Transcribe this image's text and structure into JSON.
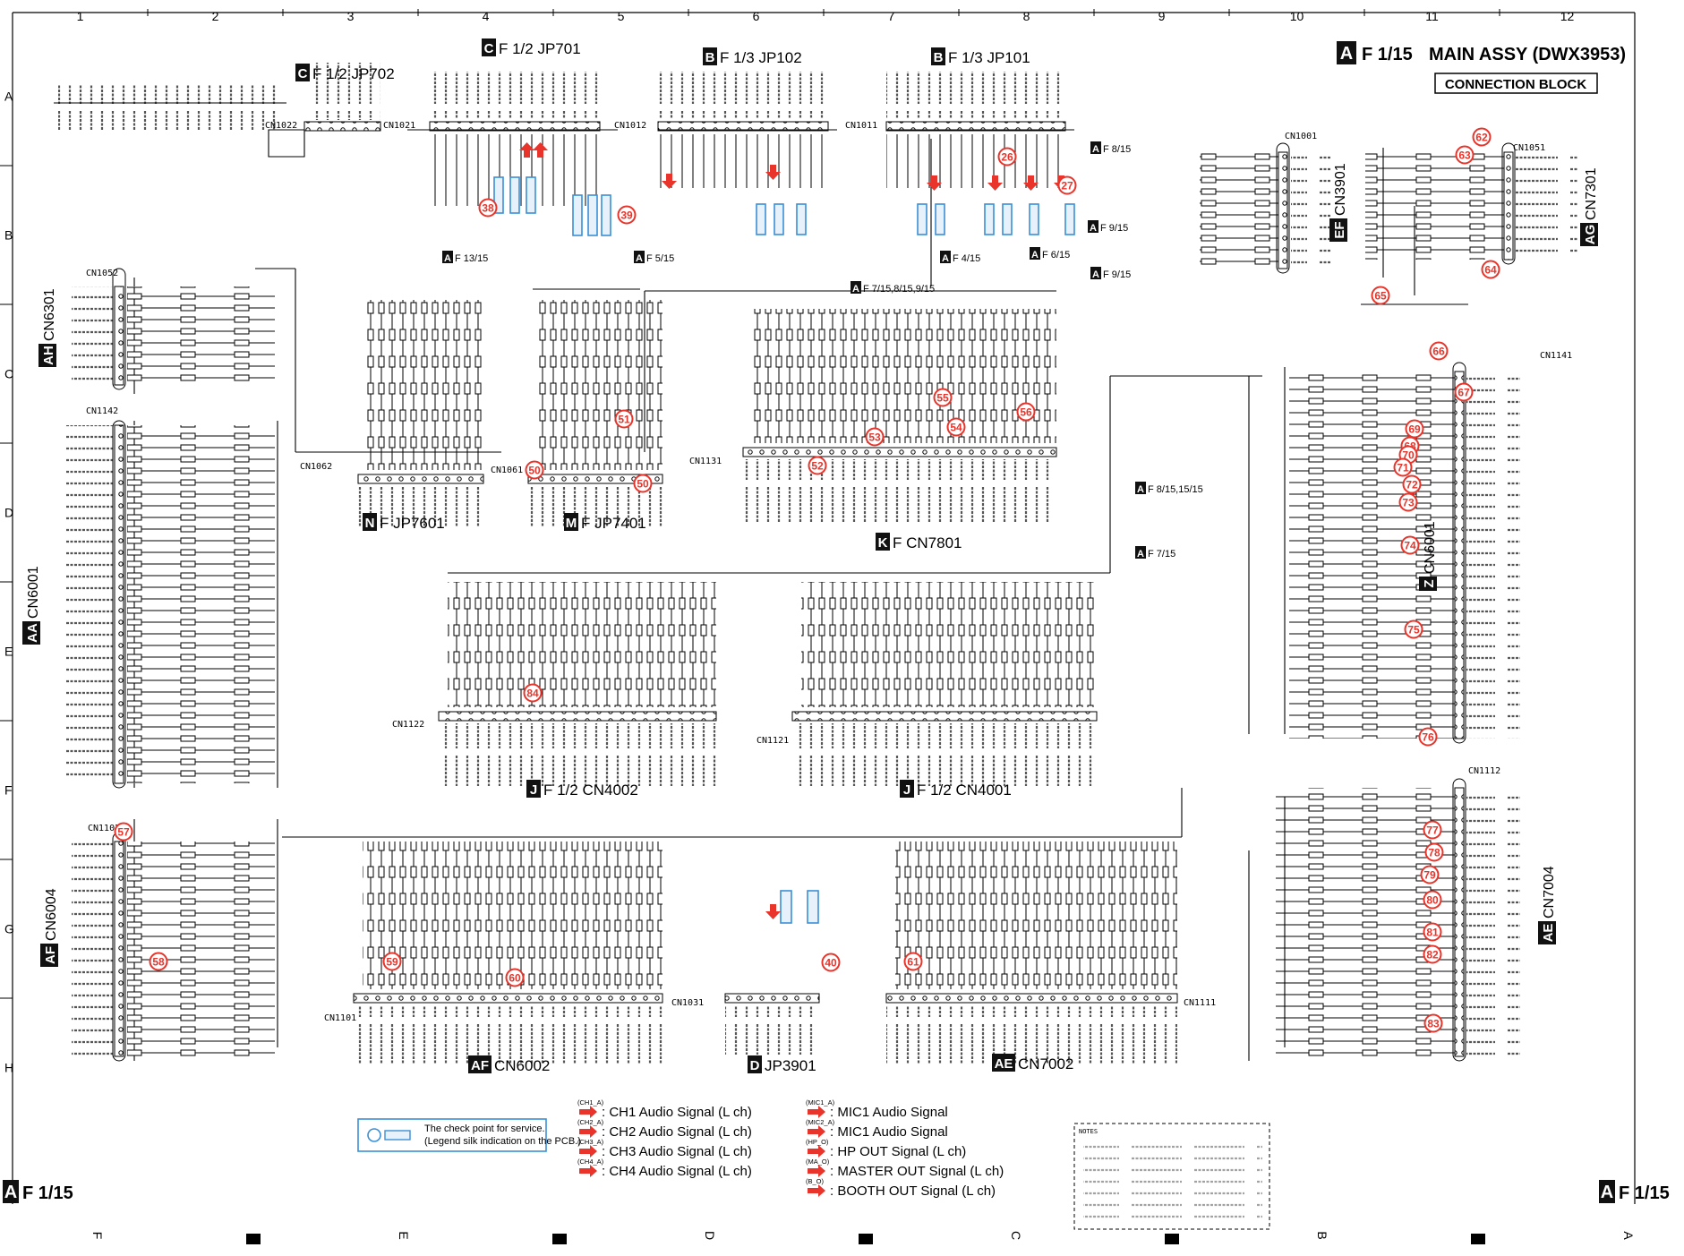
{
  "title": {
    "badge": "A",
    "prefix": "F 1/15",
    "main": "MAIN ASSY (DWX3953)",
    "sub": "CONNECTION BLOCK"
  },
  "footer": {
    "left_badge": "A",
    "left_text": "F 1/15",
    "right_badge": "A",
    "right_text": "F 1/15"
  },
  "grid": {
    "columns": [
      "1",
      "2",
      "3",
      "4",
      "5",
      "6",
      "7",
      "8",
      "9",
      "10",
      "11",
      "12"
    ],
    "rows": [
      "A",
      "B",
      "C",
      "D",
      "E",
      "F",
      "G",
      "H"
    ],
    "bottom_letters": [
      "F",
      "E",
      "D",
      "C",
      "B",
      "A"
    ]
  },
  "connectors": [
    {
      "badge": "C",
      "text": "F 1/2 JP702"
    },
    {
      "badge": "C",
      "text": "F 1/2 JP701"
    },
    {
      "badge": "B",
      "text": "F 1/3 JP102"
    },
    {
      "badge": "B",
      "text": "F 1/3 JP101"
    },
    {
      "badge": "N",
      "text": "F JP7601"
    },
    {
      "badge": "M",
      "text": "F JP7401"
    },
    {
      "badge": "K",
      "text": "F CN7801"
    },
    {
      "badge": "J",
      "text": "F 1/2 CN4002"
    },
    {
      "badge": "J",
      "text": "F 1/2 CN4001"
    },
    {
      "badge": "AF",
      "text": "CN6002"
    },
    {
      "badge": "D",
      "text": "JP3901"
    },
    {
      "badge": "AE",
      "text": "CN7002"
    }
  ],
  "side_labels": [
    {
      "badge": "AH",
      "text": "CN6301"
    },
    {
      "badge": "AA",
      "text": "CN6001"
    },
    {
      "badge": "AF",
      "text": "CN6004"
    },
    {
      "badge": "EF",
      "text": "CN3901"
    },
    {
      "badge": "AG",
      "text": "CN7301"
    },
    {
      "badge": "Z",
      "text": "CN6001"
    },
    {
      "badge": "AE",
      "text": "CN7004"
    }
  ],
  "cn_refs": [
    "CN1022",
    "CN1021",
    "CN1012",
    "CN1011",
    "CN1001",
    "CN1051",
    "CN1052",
    "CN1142",
    "CN1062",
    "CN1061",
    "CN1131",
    "CN1141",
    "CN1122",
    "CN1121",
    "CN1102",
    "CN1112",
    "CN1101",
    "CN1031",
    "CN1111"
  ],
  "page_refs": [
    "A F 9/15",
    "A F 8/15",
    "A F 9/15",
    "A F 5/15",
    "A F 4/15",
    "A F 6/15",
    "A F 13/15",
    "A F 7/15,8/15,9/15",
    "A F 8/15,15/15",
    "A F 7/15"
  ],
  "check_points": [
    "26",
    "27",
    "38",
    "39",
    "40",
    "50",
    "50",
    "51",
    "52",
    "53",
    "54",
    "55",
    "56",
    "57",
    "58",
    "59",
    "60",
    "61",
    "62",
    "63",
    "64",
    "65",
    "66",
    "67",
    "68",
    "69",
    "70",
    "71",
    "72",
    "73",
    "74",
    "75",
    "76",
    "77",
    "78",
    "79",
    "80",
    "81",
    "82",
    "83",
    "84"
  ],
  "legend": {
    "check_point_text_1": "The check point for service.",
    "check_point_text_2": "(Legend silk indication on the PCB.)",
    "signals": [
      {
        "tag": "(CH1_A)",
        "text": ": CH1 Audio Signal (L ch)"
      },
      {
        "tag": "(CH2_A)",
        "text": ": CH2 Audio Signal (L ch)"
      },
      {
        "tag": "(CH3_A)",
        "text": ": CH3 Audio Signal (L ch)"
      },
      {
        "tag": "(CH4_A)",
        "text": ": CH4 Audio Signal (L ch)"
      },
      {
        "tag": "(MIC1_A)",
        "text": ": MIC1 Audio Signal"
      },
      {
        "tag": "(MIC2_A)",
        "text": ": MIC1 Audio Signal"
      },
      {
        "tag": "(HP_O)",
        "text": ": HP OUT Signal (L ch)"
      },
      {
        "tag": "(MA_O)",
        "text": ": MASTER OUT Signal (L ch)"
      },
      {
        "tag": "(B_O)",
        "text": ": BOOTH OUT Signal (L ch)"
      }
    ]
  },
  "notes_title": "NOTES",
  "colors": {
    "accent_red": "#e8342a",
    "check_blue": "#3b8fd6",
    "line": "#000000"
  }
}
